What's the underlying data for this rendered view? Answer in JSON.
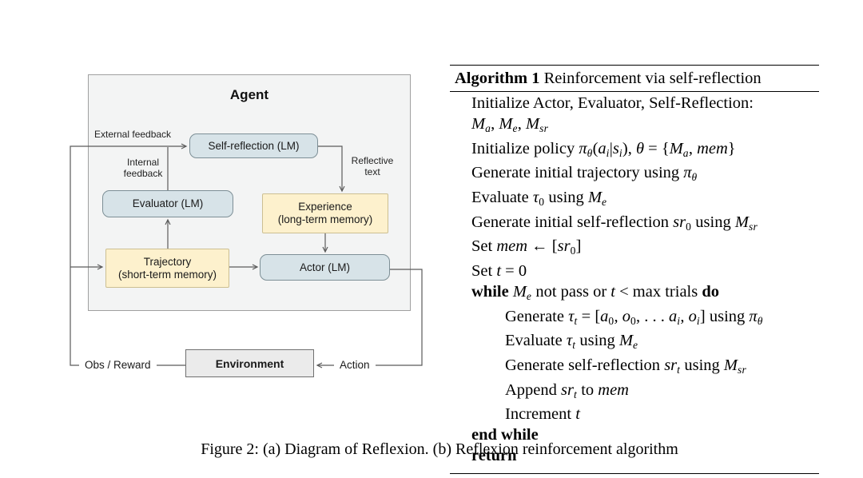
{
  "figure": {
    "caption": "Figure 2: (a) Diagram of Reflexion. (b) Reflexion reinforcement algorithm"
  },
  "diagram": {
    "agent_label": "Agent",
    "boxes": {
      "self_reflection": {
        "label": "Self-reflection (LM)"
      },
      "evaluator": {
        "label": "Evaluator (LM)"
      },
      "experience": {
        "title": "Experience",
        "subtitle": "(long-term memory)"
      },
      "trajectory": {
        "title": "Trajectory",
        "subtitle": "(short-term memory)"
      },
      "actor": {
        "label": "Actor (LM)"
      },
      "environment": {
        "label": "Environment"
      }
    },
    "labels": {
      "external_feedback": "External feedback",
      "internal_feedback": "Internal feedback",
      "reflective_text": "Reflective text",
      "obs_reward": "Obs / Reward",
      "action": "Action"
    },
    "colors": {
      "agent_fill": "#f3f4f4",
      "agent_border": "#a0a0a0",
      "lm_box_fill": "#d7e3e8",
      "lm_box_border": "#7d8f96",
      "memory_box_fill": "#fdf1cd",
      "memory_box_border": "#ccbf92",
      "environment_fill": "#ebebeb",
      "environment_border": "#707070",
      "arrow": "#5b5b5b"
    }
  },
  "algorithm": {
    "header_bold": "Algorithm 1",
    "header_rest": " Reinforcement via self-reflection",
    "lines": [
      {
        "ind": 0,
        "seg": [
          [
            "",
            "Initialize Actor, Evaluator, Self-Reflection:"
          ]
        ]
      },
      {
        "ind": 0,
        "seg": [
          [
            "i",
            "M"
          ],
          [
            "s",
            "a"
          ],
          [
            "",
            ", "
          ],
          [
            "i",
            "M"
          ],
          [
            "s",
            "e"
          ],
          [
            "",
            ", "
          ],
          [
            "i",
            "M"
          ],
          [
            "s",
            "sr"
          ]
        ]
      },
      {
        "ind": 0,
        "seg": [
          [
            "",
            "Initialize policy "
          ],
          [
            "i",
            "π"
          ],
          [
            "s",
            "θ"
          ],
          [
            "",
            "("
          ],
          [
            "i",
            "a"
          ],
          [
            "s",
            "i"
          ],
          [
            "",
            "|"
          ],
          [
            "i",
            "s"
          ],
          [
            "s",
            "i"
          ],
          [
            "",
            "), "
          ],
          [
            "i",
            "θ"
          ],
          [
            "",
            " = {"
          ],
          [
            "i",
            "M"
          ],
          [
            "s",
            "a"
          ],
          [
            "",
            ", "
          ],
          [
            "i",
            "mem"
          ],
          [
            "",
            "}"
          ]
        ]
      },
      {
        "ind": 0,
        "seg": [
          [
            "",
            "Generate initial trajectory using "
          ],
          [
            "i",
            "π"
          ],
          [
            "s",
            "θ"
          ]
        ]
      },
      {
        "ind": 0,
        "seg": [
          [
            "",
            "Evaluate "
          ],
          [
            "i",
            "τ"
          ],
          [
            "d",
            "0"
          ],
          [
            "",
            " using "
          ],
          [
            "i",
            "M"
          ],
          [
            "s",
            "e"
          ]
        ]
      },
      {
        "ind": 0,
        "seg": [
          [
            "",
            "Generate initial self-reflection "
          ],
          [
            "i",
            "sr"
          ],
          [
            "d",
            "0"
          ],
          [
            "",
            " using "
          ],
          [
            "i",
            "M"
          ],
          [
            "s",
            "sr"
          ]
        ]
      },
      {
        "ind": 0,
        "seg": [
          [
            "",
            "Set "
          ],
          [
            "i",
            "mem"
          ],
          [
            "",
            " ← ["
          ],
          [
            "i",
            "sr"
          ],
          [
            "d",
            "0"
          ],
          [
            "",
            "]"
          ]
        ]
      },
      {
        "ind": 0,
        "seg": [
          [
            "",
            "Set "
          ],
          [
            "i",
            "t"
          ],
          [
            "",
            " = 0"
          ]
        ]
      },
      {
        "ind": 0,
        "seg": [
          [
            "b",
            "while "
          ],
          [
            "i",
            "M"
          ],
          [
            "s",
            "e"
          ],
          [
            "",
            " not pass or "
          ],
          [
            "i",
            "t"
          ],
          [
            "",
            " < max trials "
          ],
          [
            "b",
            "do"
          ]
        ]
      },
      {
        "ind": 1,
        "seg": [
          [
            "",
            "Generate "
          ],
          [
            "i",
            "τ"
          ],
          [
            "s",
            "t"
          ],
          [
            "",
            " = ["
          ],
          [
            "i",
            "a"
          ],
          [
            "d",
            "0"
          ],
          [
            "",
            ", "
          ],
          [
            "i",
            "o"
          ],
          [
            "d",
            "0"
          ],
          [
            "",
            ", . . . "
          ],
          [
            "i",
            "a"
          ],
          [
            "s",
            "i"
          ],
          [
            "",
            ", "
          ],
          [
            "i",
            "o"
          ],
          [
            "s",
            "i"
          ],
          [
            "",
            "] using "
          ],
          [
            "i",
            "π"
          ],
          [
            "s",
            "θ"
          ]
        ]
      },
      {
        "ind": 1,
        "seg": [
          [
            "",
            "Evaluate "
          ],
          [
            "i",
            "τ"
          ],
          [
            "s",
            "t"
          ],
          [
            "",
            " using "
          ],
          [
            "i",
            "M"
          ],
          [
            "s",
            "e"
          ]
        ]
      },
      {
        "ind": 1,
        "seg": [
          [
            "",
            "Generate self-reflection "
          ],
          [
            "i",
            "sr"
          ],
          [
            "s",
            "t"
          ],
          [
            "",
            " using "
          ],
          [
            "i",
            "M"
          ],
          [
            "s",
            "sr"
          ]
        ]
      },
      {
        "ind": 1,
        "seg": [
          [
            "",
            "Append "
          ],
          [
            "i",
            "sr"
          ],
          [
            "s",
            "t"
          ],
          [
            "",
            " to "
          ],
          [
            "i",
            "mem"
          ]
        ]
      },
      {
        "ind": 1,
        "seg": [
          [
            "",
            "Increment "
          ],
          [
            "i",
            "t"
          ]
        ]
      },
      {
        "ind": 0,
        "seg": [
          [
            "b",
            "end while"
          ]
        ]
      },
      {
        "ind": 0,
        "seg": [
          [
            "b",
            "return"
          ]
        ]
      }
    ]
  }
}
